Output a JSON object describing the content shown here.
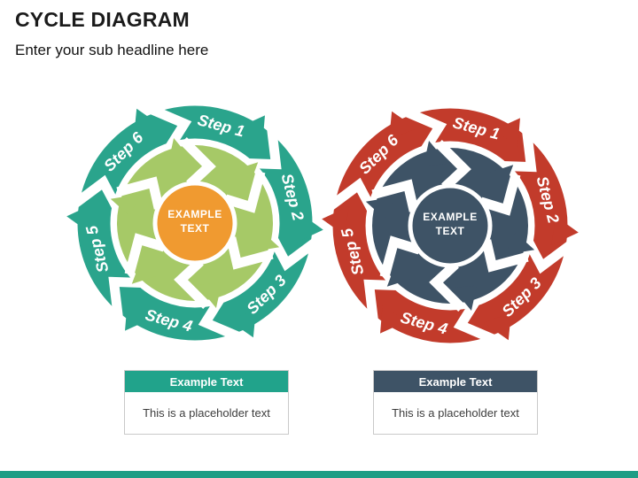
{
  "slide": {
    "title": "CYCLE DIAGRAM",
    "subtitle": "Enter your sub headline here",
    "footer_bar_color": "#1E9D85"
  },
  "diagrams": [
    {
      "name": "teal-cycle",
      "colors": {
        "ring": "#2AA48C",
        "inner": "#A6C967",
        "center": "#F09A30",
        "caption_header_bg": "#21A38B"
      },
      "steps": [
        "Step 1",
        "Step 2",
        "Step 3",
        "Step 4",
        "Step 5",
        "Step 6"
      ],
      "center_line1": "EXAMPLE",
      "center_line2": "TEXT",
      "caption_header": "Example Text",
      "caption_body": "This is a placeholder text"
    },
    {
      "name": "red-cycle",
      "colors": {
        "ring": "#C23B2B",
        "inner": "#3E5366",
        "center": "#3E5366",
        "caption_header_bg": "#3E5366"
      },
      "steps": [
        "Step 1",
        "Step 2",
        "Step 3",
        "Step 4",
        "Step 5",
        "Step 6"
      ],
      "center_line1": "EXAMPLE",
      "center_line2": "TEXT",
      "caption_header": "Example Text",
      "caption_body": "This is a placeholder text"
    }
  ]
}
